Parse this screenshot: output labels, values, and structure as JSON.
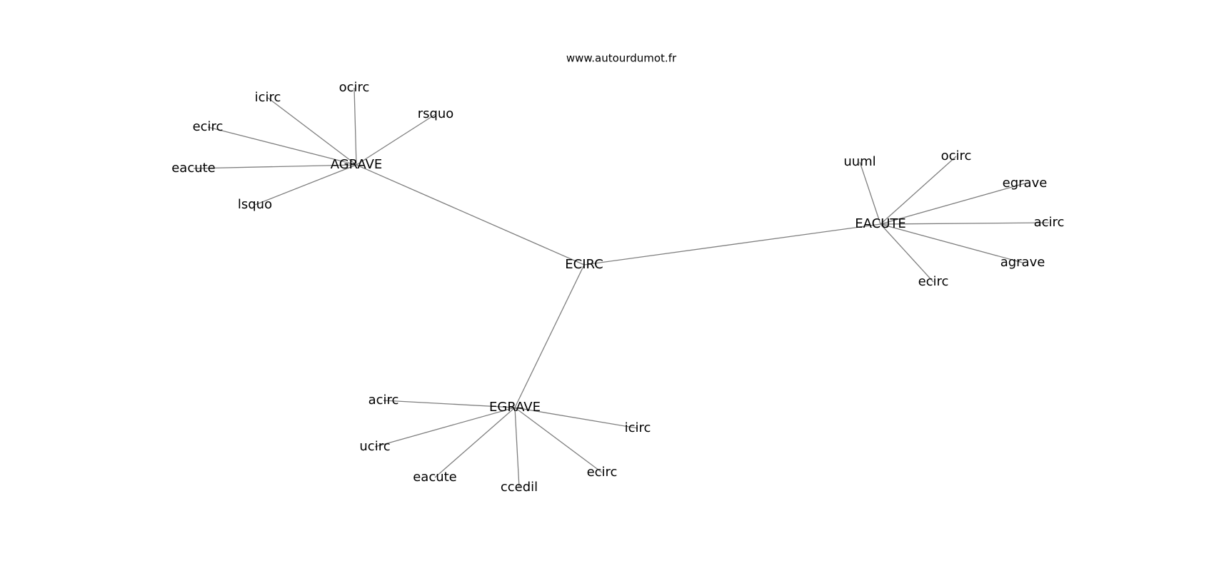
{
  "header": {
    "site": "www.autourdumot.fr"
  },
  "graph": {
    "edge_color": "#7f7f7f",
    "text_color": "#000000",
    "nodes": [
      {
        "id": "ecirc_center",
        "label": "ECIRC"
      },
      {
        "id": "agrave_hub",
        "label": "AGRAVE"
      },
      {
        "id": "eacute_hub",
        "label": "EACUTE"
      },
      {
        "id": "egrave_hub",
        "label": "EGRAVE"
      },
      {
        "id": "a_ocirc",
        "label": "ocirc"
      },
      {
        "id": "a_icirc",
        "label": "icirc"
      },
      {
        "id": "a_rsquo",
        "label": "rsquo"
      },
      {
        "id": "a_ecirc",
        "label": "ecirc"
      },
      {
        "id": "a_eacute",
        "label": "eacute"
      },
      {
        "id": "a_lsquo",
        "label": "lsquo"
      },
      {
        "id": "e_uuml",
        "label": "uuml"
      },
      {
        "id": "e_ocirc",
        "label": "ocirc"
      },
      {
        "id": "e_egrave",
        "label": "egrave"
      },
      {
        "id": "e_acirc",
        "label": "acirc"
      },
      {
        "id": "e_agrave",
        "label": "agrave"
      },
      {
        "id": "e_ecirc",
        "label": "ecirc"
      },
      {
        "id": "g_acirc",
        "label": "acirc"
      },
      {
        "id": "g_ucirc",
        "label": "ucirc"
      },
      {
        "id": "g_eacute",
        "label": "eacute"
      },
      {
        "id": "g_ccedil",
        "label": "ccedil"
      },
      {
        "id": "g_ecirc",
        "label": "ecirc"
      },
      {
        "id": "g_icirc",
        "label": "icirc"
      }
    ],
    "edges": [
      [
        "ecirc_center",
        "agrave_hub"
      ],
      [
        "ecirc_center",
        "eacute_hub"
      ],
      [
        "ecirc_center",
        "egrave_hub"
      ],
      [
        "agrave_hub",
        "a_ocirc"
      ],
      [
        "agrave_hub",
        "a_icirc"
      ],
      [
        "agrave_hub",
        "a_rsquo"
      ],
      [
        "agrave_hub",
        "a_ecirc"
      ],
      [
        "agrave_hub",
        "a_eacute"
      ],
      [
        "agrave_hub",
        "a_lsquo"
      ],
      [
        "eacute_hub",
        "e_uuml"
      ],
      [
        "eacute_hub",
        "e_ocirc"
      ],
      [
        "eacute_hub",
        "e_egrave"
      ],
      [
        "eacute_hub",
        "e_acirc"
      ],
      [
        "eacute_hub",
        "e_agrave"
      ],
      [
        "eacute_hub",
        "e_ecirc"
      ],
      [
        "egrave_hub",
        "g_acirc"
      ],
      [
        "egrave_hub",
        "g_ucirc"
      ],
      [
        "egrave_hub",
        "g_eacute"
      ],
      [
        "egrave_hub",
        "g_ccedil"
      ],
      [
        "egrave_hub",
        "g_ecirc"
      ],
      [
        "egrave_hub",
        "g_icirc"
      ]
    ]
  }
}
